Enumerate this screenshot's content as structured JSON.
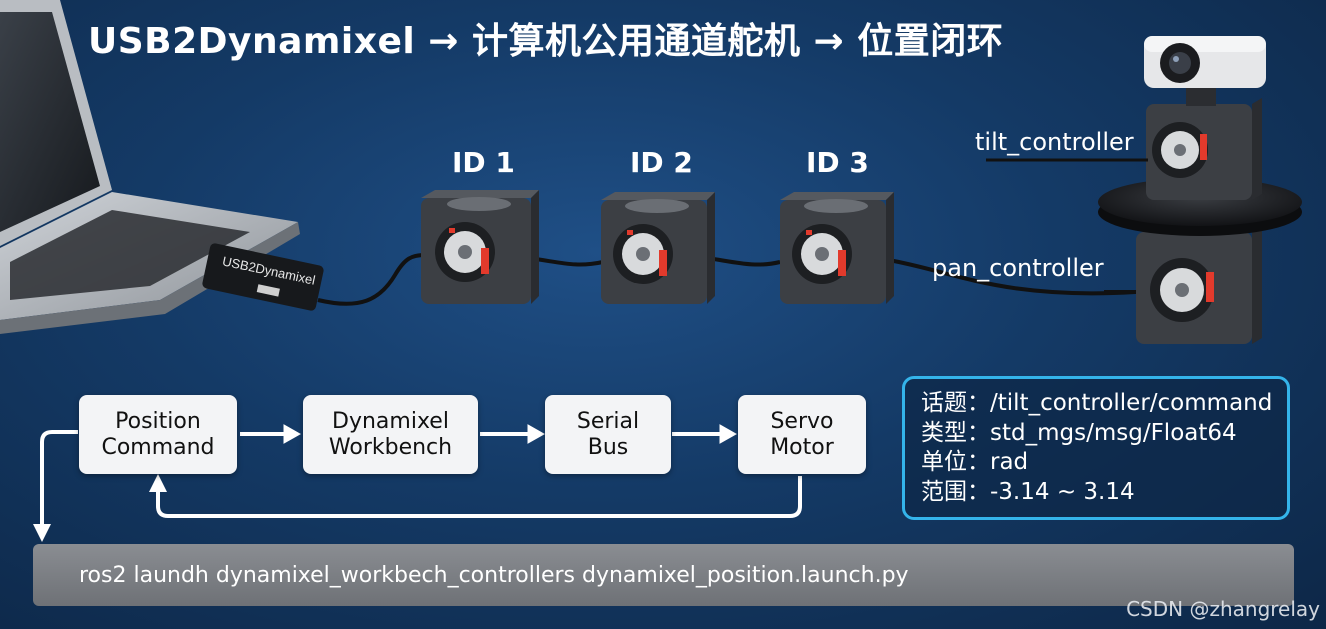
{
  "title": "USB2Dynamixel → 计算机公用通道舵机 → 位置闭环",
  "usb_adapter_label": "USB2Dynamixel",
  "servo_ids": [
    "ID 1",
    "ID 2",
    "ID 3"
  ],
  "tilt_label": "tilt_controller",
  "pan_label": "pan_controller",
  "flow": {
    "boxes": [
      [
        "Position",
        "Command"
      ],
      [
        "Dynamixel",
        "Workbench"
      ],
      [
        "Serial",
        "Bus"
      ],
      [
        "Servo",
        "Motor"
      ]
    ]
  },
  "info": {
    "rows": [
      "话题：/tilt_controller/command",
      "类型：std_mgs/msg/Float64",
      "单位：rad",
      "范围：-3.14 ~ 3.14"
    ]
  },
  "command_line": "ros2 laundh dynamixel_workbech_controllers dynamixel_position.launch.py",
  "watermark": "CSDN @zhangrelay",
  "colors": {
    "accent_border": "#34b4ea",
    "servo_body": "#3c3f44",
    "servo_red": "#e23a2c"
  }
}
